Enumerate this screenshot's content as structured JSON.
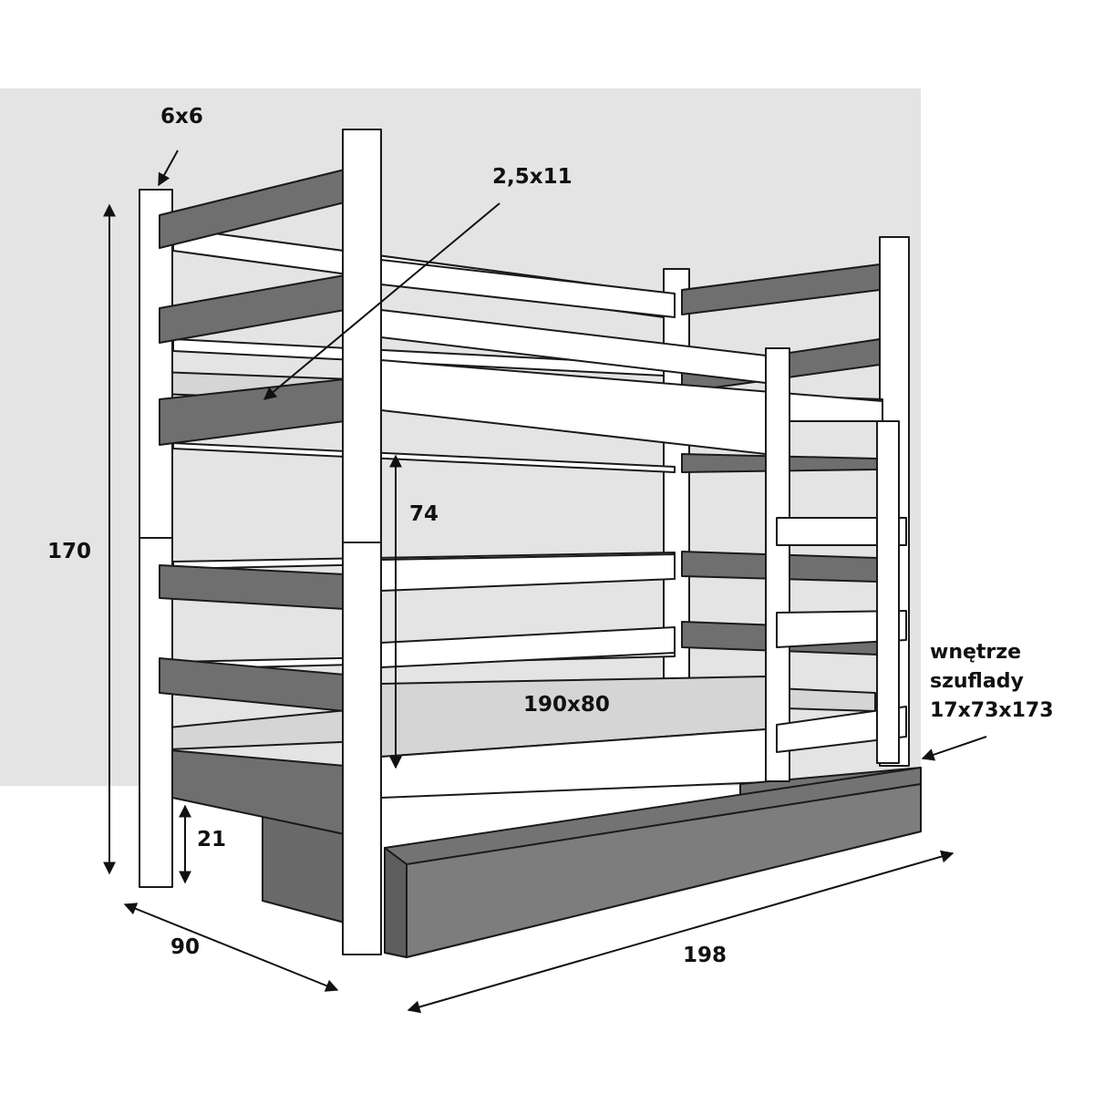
{
  "colors": {
    "background_panel": "#e4e4e4",
    "board_dark": "#6f6f6f",
    "board_light": "#d5d5d5",
    "post_fill": "#ffffff",
    "outline": "#1a1a1a",
    "drawer": "#737373",
    "floor_block": "#6a6a6a"
  },
  "labels": {
    "post_section": "6x6",
    "board_section": "2,5x11",
    "total_height": "170",
    "gap_between_beds": "74",
    "mattress": "190x80",
    "drawer_clearance": "21",
    "width": "90",
    "length": "198",
    "drawer_interior": [
      "wnętrze",
      "szuflady",
      "17x73x173"
    ]
  }
}
